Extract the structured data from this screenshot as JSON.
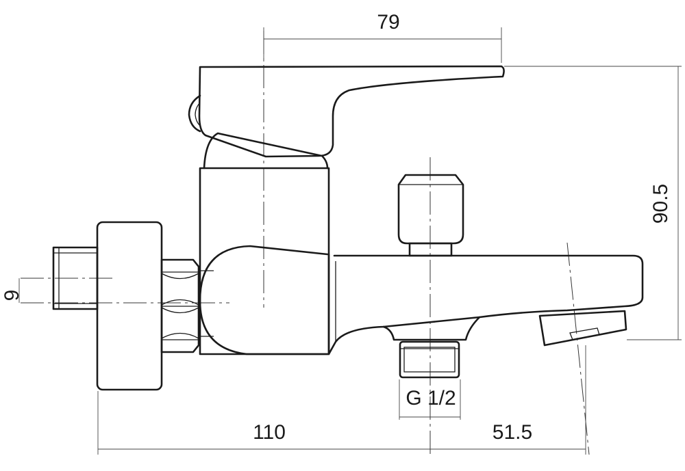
{
  "dimensions": {
    "lever_width": "79",
    "total_height": "90.5",
    "eccentric_offset": "9",
    "outlet_thread": "G 1/2",
    "wall_to_outlet": "110",
    "outlet_to_spout_tip": "51.5"
  },
  "colors": {
    "line": "#1a1a1a",
    "background": "#ffffff"
  }
}
